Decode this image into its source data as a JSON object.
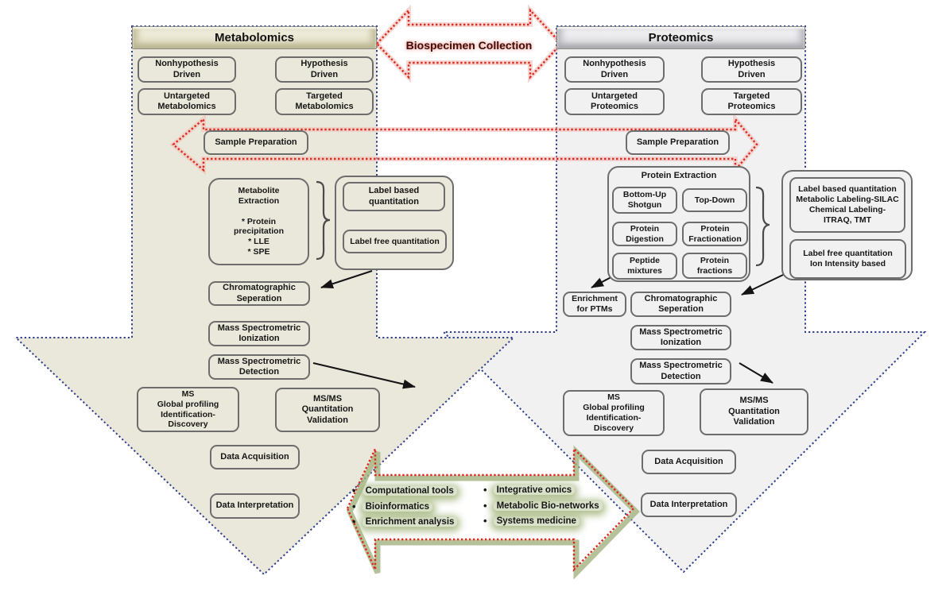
{
  "ui": {
    "bullet_char": "•"
  },
  "colors": {
    "metabolomics_fill": "#eae8da",
    "proteomics_fill": "#f1f1f2",
    "outline_blue": "#2e3f8e",
    "arrow_red": "#dd2a1e",
    "glow_green": "#a3b380"
  },
  "biospecimen": {
    "label": "Biospecimen Collection"
  },
  "metabolomics": {
    "header": "Metabolomics",
    "nonhypothesis": "Nonhypothesis\nDriven",
    "hypothesis": "Hypothesis\nDriven",
    "untargeted": "Untargeted\nMetabolomics",
    "targeted": "Targeted\nMetabolomics",
    "sample_preparation": "Sample Preparation",
    "extraction": "Metabolite\nExtraction\n\n* Protein\nprecipitation\n* LLE\n* SPE",
    "label_based": "Label based\nquantitation",
    "label_free": "Label free quantitation",
    "chromatographic": "Chromatographic\nSeperation",
    "ms_ionization": "Mass Spectrometric\nIonization",
    "ms_detection": "Mass Spectrometric\nDetection",
    "ms_profiling": "MS\nGlobal profiling\nIdentification-\nDiscovery",
    "msms": "MS/MS\nQuantitation\nValidation",
    "data_acquisition": "Data Acquisition",
    "data_interpretation": "Data Interpretation"
  },
  "proteomics": {
    "header": "Proteomics",
    "nonhypothesis": "Nonhypothesis\nDriven",
    "hypothesis": "Hypothesis\nDriven",
    "untargeted": "Untargeted\nProteomics",
    "targeted": "Targeted\nProteomics",
    "sample_preparation": "Sample Preparation",
    "protein_extraction_title": "Protein Extraction",
    "bottom_up": "Bottom-Up\nShotgun",
    "top_down": "Top-Down",
    "protein_digestion": "Protein\nDigestion",
    "protein_fractionation": "Protein\nFractionation",
    "peptide_mixtures": "Peptide\nmixtures",
    "protein_fractions": "Protein\nfractions",
    "label_based": "Label based quantitation\nMetabolic Labeling-SILAC\nChemical Labeling-\nITRAQ, TMT",
    "label_free": "Label free quantitation\nIon Intensity based",
    "enrichment_ptms": "Enrichment\nfor PTMs",
    "chromatographic": "Chromatographic\nSeperation",
    "ms_ionization": "Mass Spectrometric\nIonization",
    "ms_detection": "Mass Spectrometric\nDetection",
    "ms_profiling": "MS\nGlobal profiling\nIdentification-\nDiscovery",
    "msms": "MS/MS\nQuantitation\nValidation",
    "data_acquisition": "Data Acquisition",
    "data_interpretation": "Data Interpretation"
  },
  "integration": {
    "left_bullets": [
      "Computational tools",
      "Bioinformatics",
      "Enrichment analysis"
    ],
    "right_bullets": [
      "Integrative omics",
      "Metabolic Bio-networks",
      "Systems medicine"
    ]
  }
}
